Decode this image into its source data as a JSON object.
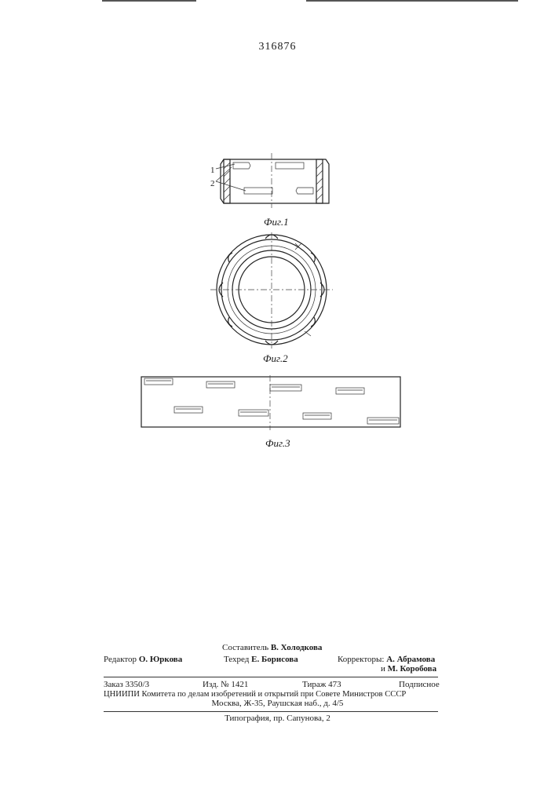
{
  "patent_number": "316876",
  "figures": [
    {
      "caption": "Фиг.1",
      "callouts": [
        "1",
        "2"
      ]
    },
    {
      "caption": "Фиг.2"
    },
    {
      "caption": "Фиг.3"
    }
  ],
  "imprint": {
    "compiler_label": "Составитель",
    "compiler_name": "В. Холодкова",
    "editor_label": "Редактор",
    "editor_name": "О. Юркова",
    "techred_label": "Техред",
    "techred_name": "Е. Борисова",
    "correctors_label": "Корректоры:",
    "corrector_1": "А. Абрамова",
    "corrector_2_prefix": "и",
    "corrector_2": "М. Коробова",
    "order": "Заказ 3350/3",
    "edition": "Изд. № 1421",
    "circulation": "Тираж 473",
    "subscription": "Подписное",
    "publisher_line_1": "ЦНИИПИ Комитета по делам изобретений и открытий при Совете Министров СССР",
    "publisher_line_2": "Москва, Ж-35, Раушская наб., д. 4/5",
    "printer": "Типография, пр. Сапунова, 2"
  }
}
